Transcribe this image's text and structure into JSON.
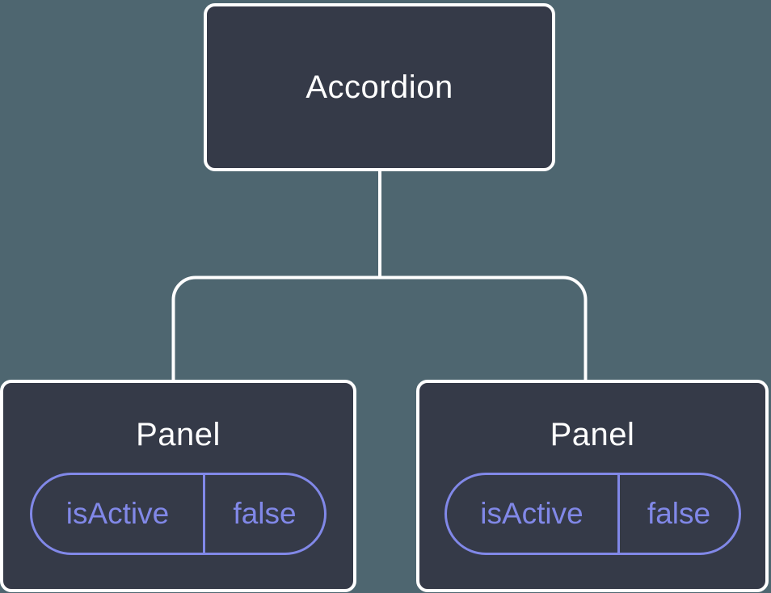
{
  "colors": {
    "background": "#4E6670",
    "node_fill": "#353A48",
    "node_border": "#FFFFFF",
    "node_text": "#FFFFFF",
    "connector": "#FFFFFF",
    "state_accent": "#8188E8"
  },
  "tree": {
    "root": {
      "label": "Accordion"
    },
    "panels": [
      {
        "label": "Panel",
        "state": {
          "name": "isActive",
          "value": "false"
        }
      },
      {
        "label": "Panel",
        "state": {
          "name": "isActive",
          "value": "false"
        }
      }
    ]
  }
}
